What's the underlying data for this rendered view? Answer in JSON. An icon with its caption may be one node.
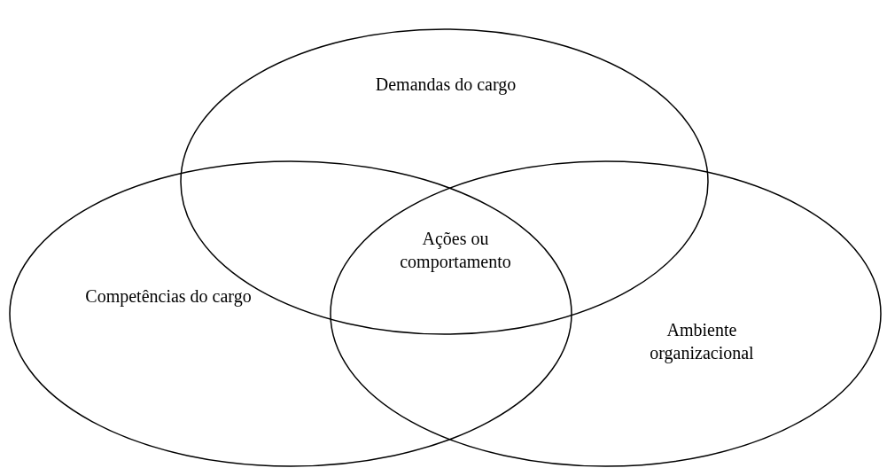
{
  "diagram": {
    "nodes": [
      {
        "text": [
          "Demandas do cargo"
        ]
      },
      {
        "text": [
          "Competências do cargo"
        ]
      },
      {
        "text": [
          "Ambiente organizacional"
        ]
      }
    ],
    "labels": [
      "Ações ou comportamento"
    ]
  }
}
